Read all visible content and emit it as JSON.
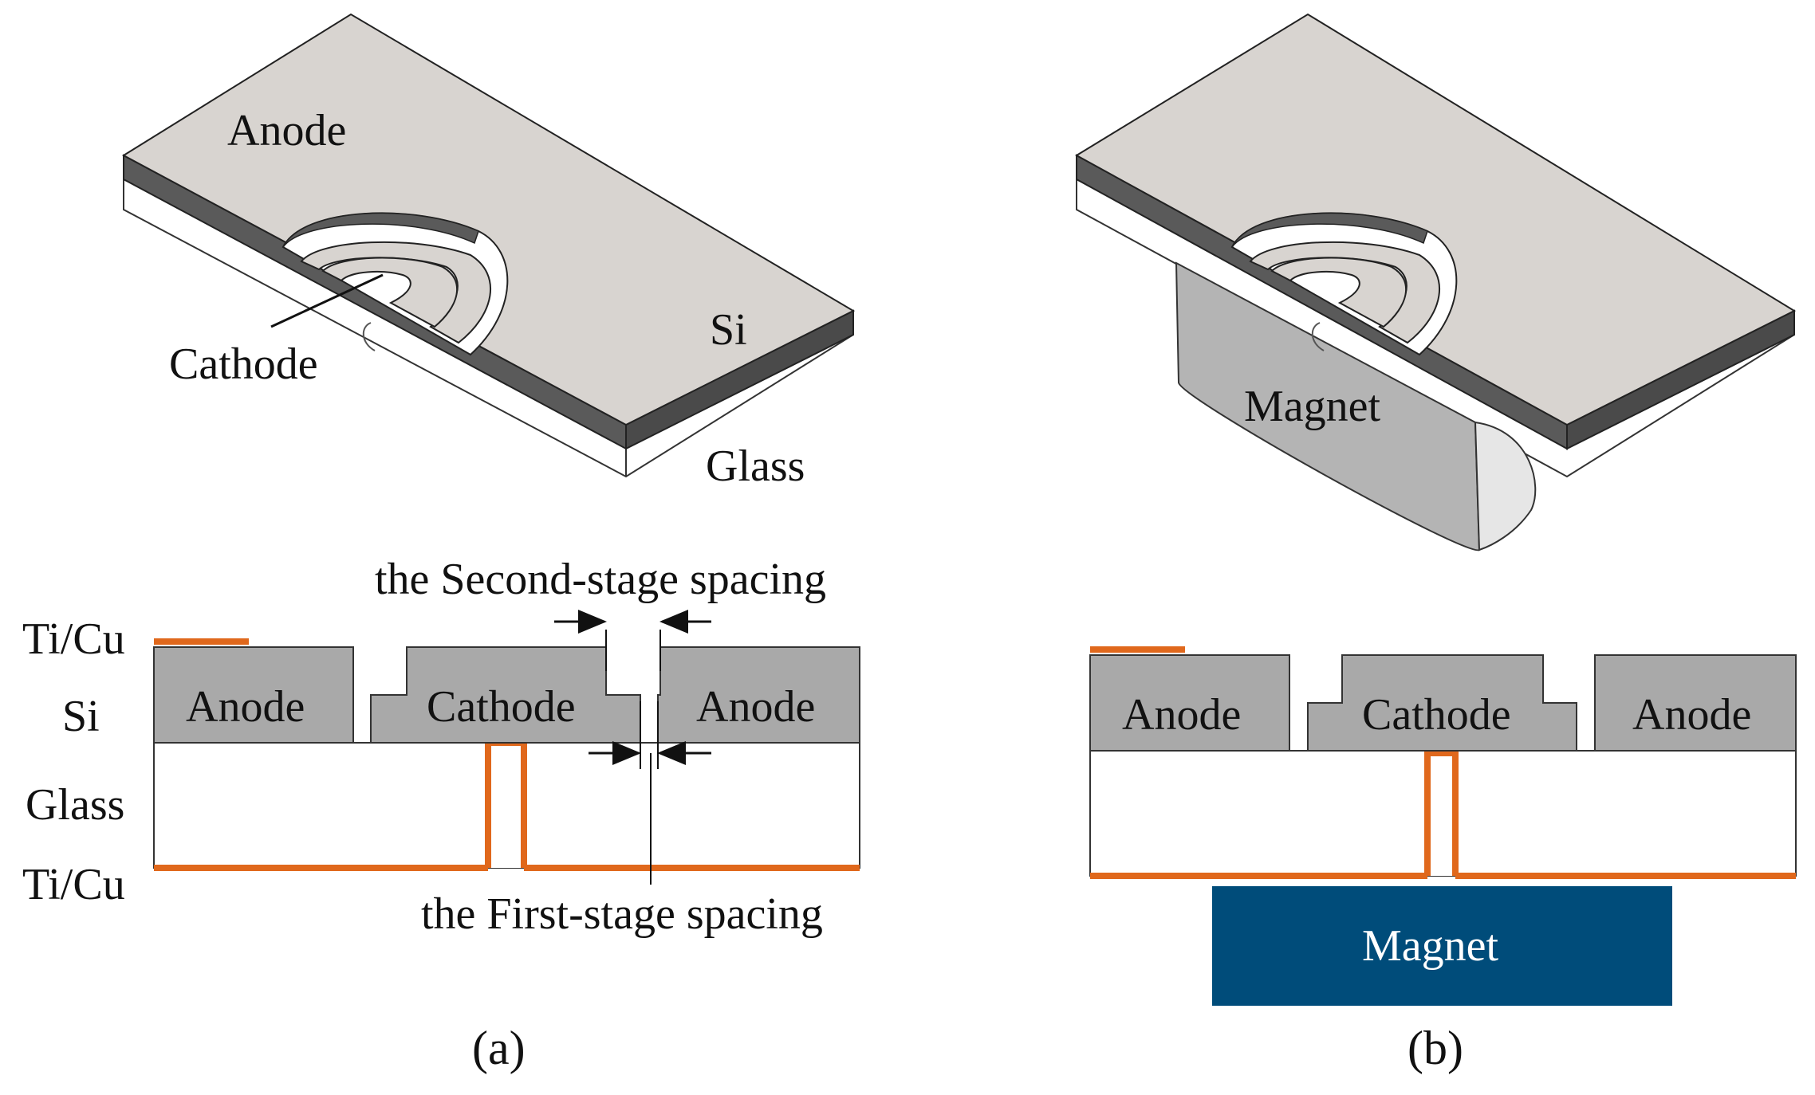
{
  "panel_a": {
    "iso": {
      "anode": "Anode",
      "cathode": "Cathode",
      "si": "Si",
      "glass": "Glass"
    },
    "section": {
      "layer_ticu_top": "Ti/Cu",
      "layer_si": "Si",
      "layer_glass": "Glass",
      "layer_ticu_bottom": "Ti/Cu",
      "anode_left": "Anode",
      "cathode": "Cathode",
      "anode_right": "Anode",
      "second_stage_spacing": "the Second-stage spacing",
      "first_stage_spacing": "the First-stage spacing"
    },
    "caption": "(a)"
  },
  "panel_b": {
    "iso": {
      "magnet": "Magnet"
    },
    "section": {
      "anode_left": "Anode",
      "cathode": "Cathode",
      "anode_right": "Anode",
      "magnet": "Magnet"
    },
    "caption": "(b)"
  },
  "colors": {
    "si_top": "#d8d4d0",
    "si_edge": "#5a5a5a",
    "si_section": "#a9a9a9",
    "ti_cu": "#e0681c",
    "magnet_iso": "#b4b4b4",
    "magnet_section": "#004c7a",
    "outline": "#222222"
  }
}
